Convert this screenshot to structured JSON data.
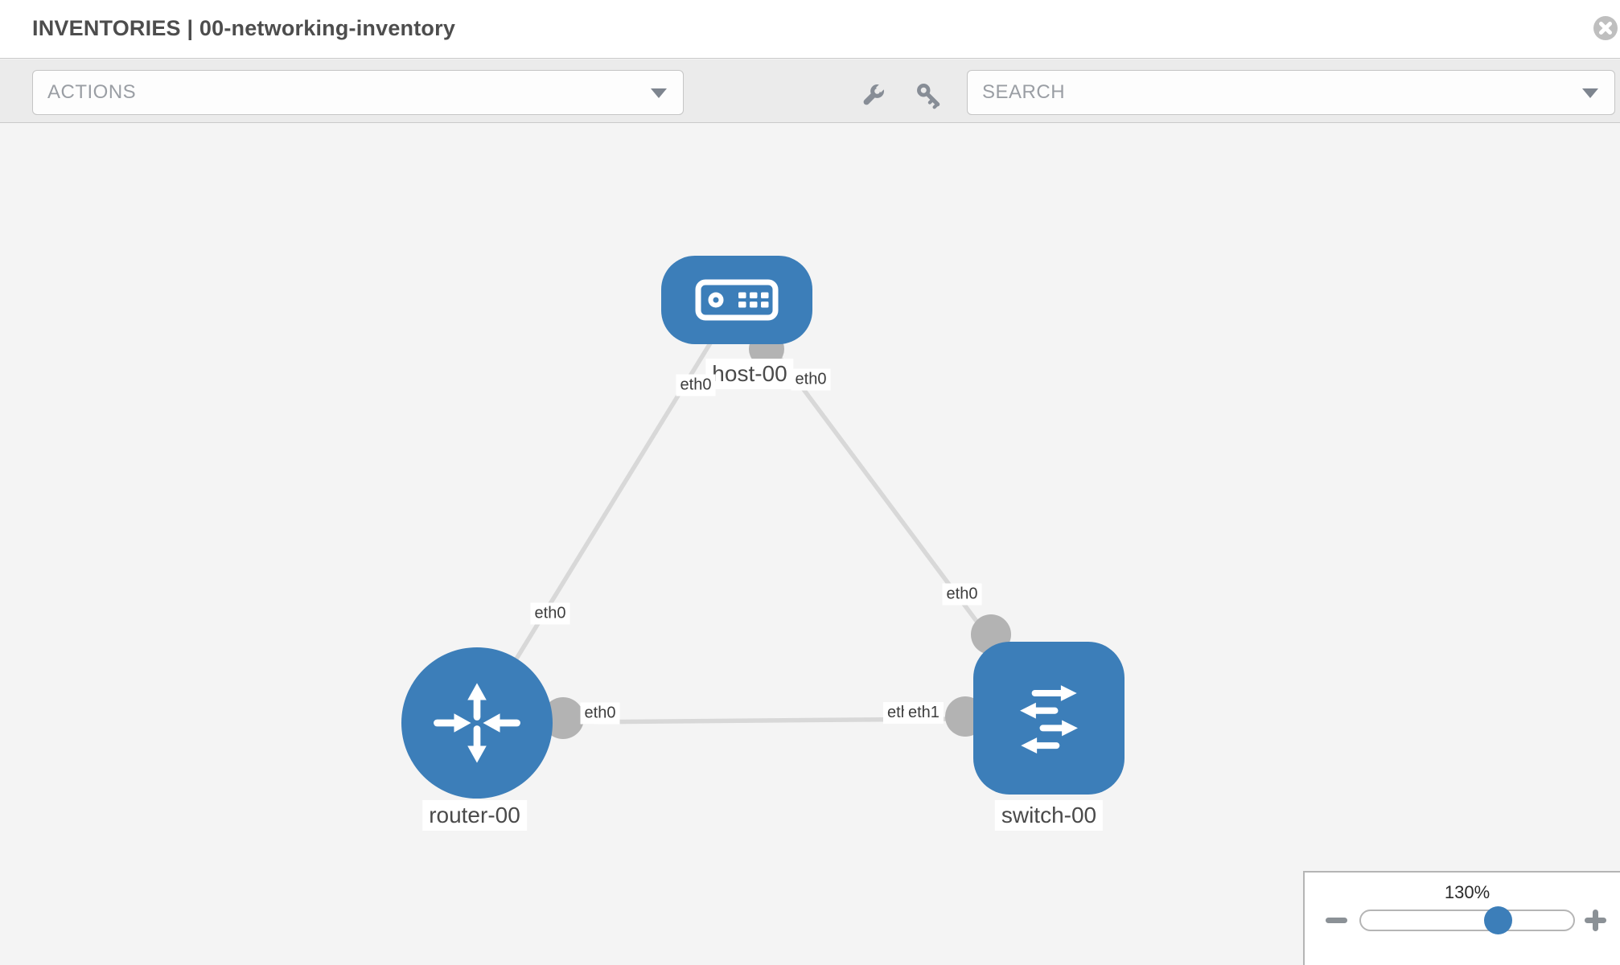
{
  "window": {
    "title": "INVENTORIES | 00-networking-inventory"
  },
  "toolbar": {
    "actions_label": "ACTIONS",
    "search_placeholder": "SEARCH"
  },
  "graph": {
    "nodes": [
      {
        "label": "host-00",
        "type": "host"
      },
      {
        "label": "router-00",
        "type": "router"
      },
      {
        "label": "switch-00",
        "type": "switch"
      }
    ],
    "links": [
      {
        "from": "host-00",
        "to": "router-00",
        "from_label": "eth0",
        "to_label": "eth0"
      },
      {
        "from": "host-00",
        "to": "switch-00",
        "from_label": "eth0",
        "to_label": "eth0"
      },
      {
        "from": "router-00",
        "to": "switch-00",
        "from_label": "eth0",
        "to_label_back": "eth0",
        "to_label_front": "eth1"
      }
    ]
  },
  "zoom_control": {
    "level": "130%"
  },
  "colors": {
    "node_blue": "#3c7eb9",
    "link_gray": "#d8d8d8",
    "interface_gray": "#b3b3b3",
    "toolbar_gray": "#ebebeb",
    "canvas_gray": "#f4f4f4",
    "icon_gray": "#878d96"
  },
  "icons": {
    "close": "circle-x",
    "wrench": "wrench",
    "key": "key",
    "actions_caret": "caret-down",
    "search_caret": "caret-down",
    "zoom_out": "minus",
    "zoom_in": "plus"
  }
}
